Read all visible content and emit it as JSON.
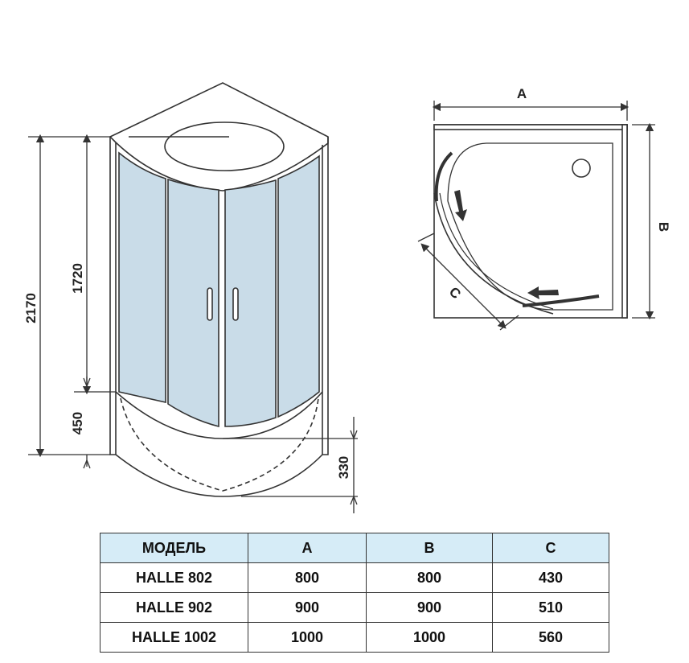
{
  "dimensions": {
    "width_a": "A",
    "depth_b": "B",
    "door_c": "C",
    "total_height": "2170",
    "cabin_height": "1720",
    "tray_height": "450",
    "tray_depth": "330"
  },
  "table": {
    "headers": [
      "МОДЕЛЬ",
      "A",
      "B",
      "C"
    ],
    "rows": [
      [
        "HALLE 802",
        "800",
        "800",
        "430"
      ],
      [
        "HALLE 902",
        "900",
        "900",
        "510"
      ],
      [
        "HALLE 1002",
        "1000",
        "1000",
        "560"
      ]
    ]
  },
  "colors": {
    "glass": "#c9dce8",
    "line": "#333333",
    "header_fill": "#d6ecf7"
  }
}
